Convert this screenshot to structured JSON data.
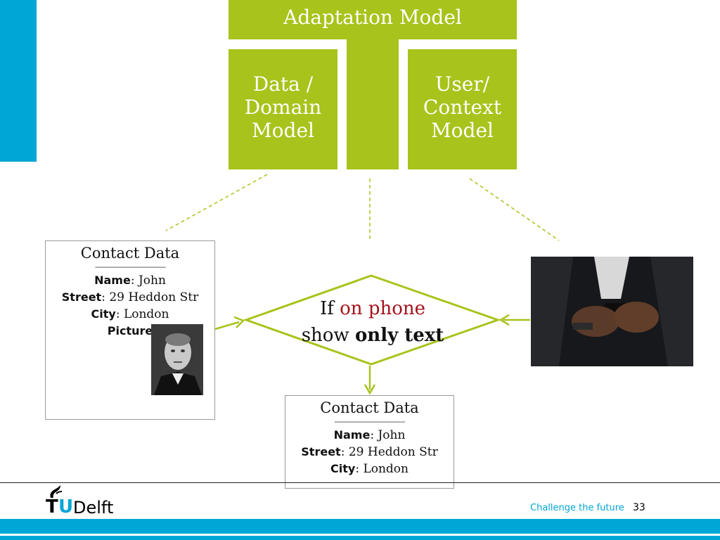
{
  "diagram": {
    "adaptation_model": "Adaptation Model",
    "data_domain_model": [
      "Data /",
      "Domain",
      "Model"
    ],
    "user_context_model": [
      "User/",
      "Context",
      "Model"
    ],
    "rule": {
      "if": "If",
      "condition": "on phone",
      "show": "show",
      "action": "only text"
    }
  },
  "contact_card_full": {
    "title": "Contact Data",
    "separator": "------------------------------------------",
    "name_label": "Name",
    "name_value": ": John",
    "street_label": "Street",
    "street_value": ": 29 Heddon Str",
    "city_label": "City",
    "city_value": ": London",
    "picture_label": "Picture"
  },
  "contact_card_text": {
    "title": "Contact Data",
    "separator": "------------------------------------------",
    "name_label": "Name",
    "name_value": ": John",
    "street_label": "Street",
    "street_value": ": 29 Heddon Str",
    "city_label": "City",
    "city_value": ": London"
  },
  "footer": {
    "logo_t": "T",
    "logo_u": "U",
    "logo_delft": "Delft",
    "slogan": "Challenge the future",
    "page_number": "33"
  },
  "colors": {
    "green": "#a8c31b",
    "blue": "#00a6d6",
    "red": "#a4121a"
  },
  "icons": [
    "tu-delft-flame-icon",
    "arrow-right-icon",
    "arrow-left-icon",
    "arrow-down-icon"
  ]
}
